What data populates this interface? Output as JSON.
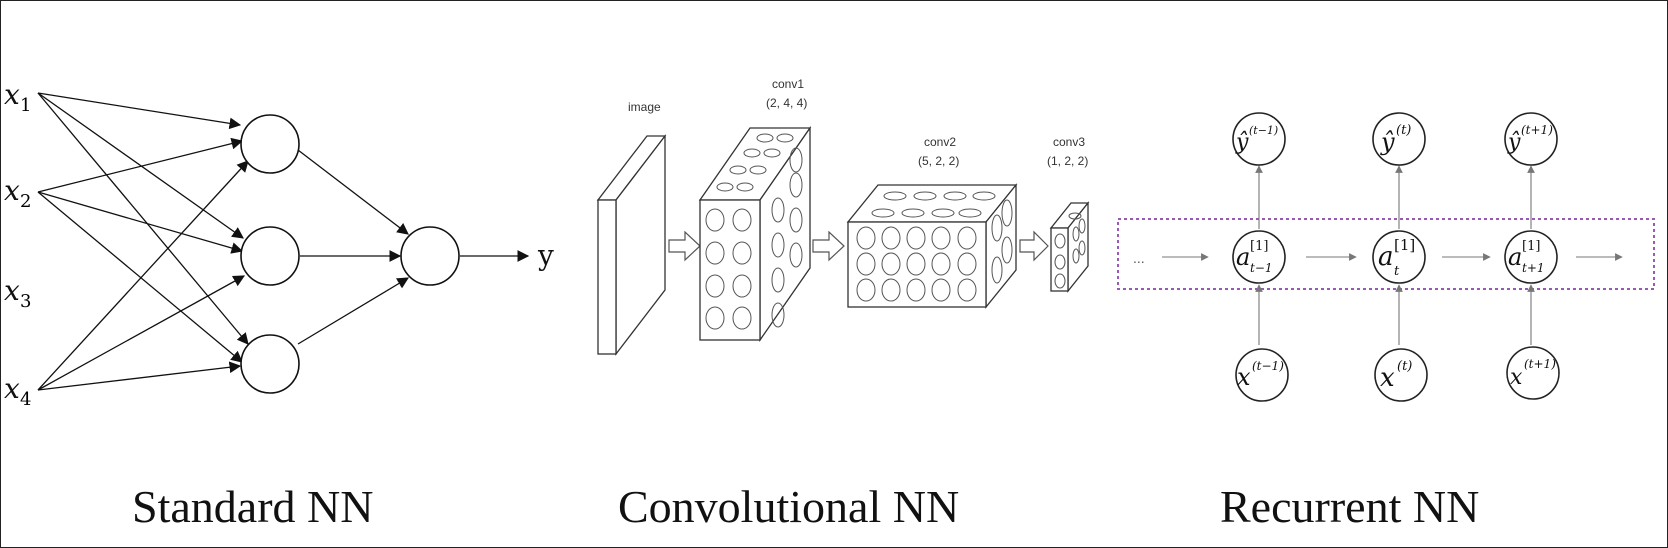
{
  "standard_nn": {
    "caption": "Standard NN",
    "inputs": [
      "x",
      "x",
      "x",
      "x"
    ],
    "input_subscripts": [
      "1",
      "2",
      "3",
      "4"
    ],
    "output": "y"
  },
  "conv_nn": {
    "caption": "Convolutional NN",
    "image_label": "image",
    "layers": [
      {
        "name": "conv1",
        "shape": "(2, 4, 4)"
      },
      {
        "name": "conv2",
        "shape": "(5, 2, 2)"
      },
      {
        "name": "conv3",
        "shape": "(1, 2, 2)"
      }
    ]
  },
  "recurrent_nn": {
    "caption": "Recurrent NN",
    "ellipsis": "...",
    "outputs": [
      {
        "base": "ŷ",
        "sup": "(t−1)"
      },
      {
        "base": "ŷ",
        "sup": "(t)"
      },
      {
        "base": "ŷ",
        "sup": "(t+1)"
      }
    ],
    "hidden": [
      {
        "base": "a",
        "sup": "[1]",
        "sub": "t−1"
      },
      {
        "base": "a",
        "sup": "[1]",
        "sub": "t"
      },
      {
        "base": "a",
        "sup": "[1]",
        "sub": "t+1"
      }
    ],
    "inputs": [
      {
        "base": "x",
        "sup": "(t−1)"
      },
      {
        "base": "x",
        "sup": "(t)"
      },
      {
        "base": "x",
        "sup": "(t+1)"
      }
    ]
  },
  "colors": {
    "dashed_box": "#9b59b6",
    "line": "#111111"
  }
}
